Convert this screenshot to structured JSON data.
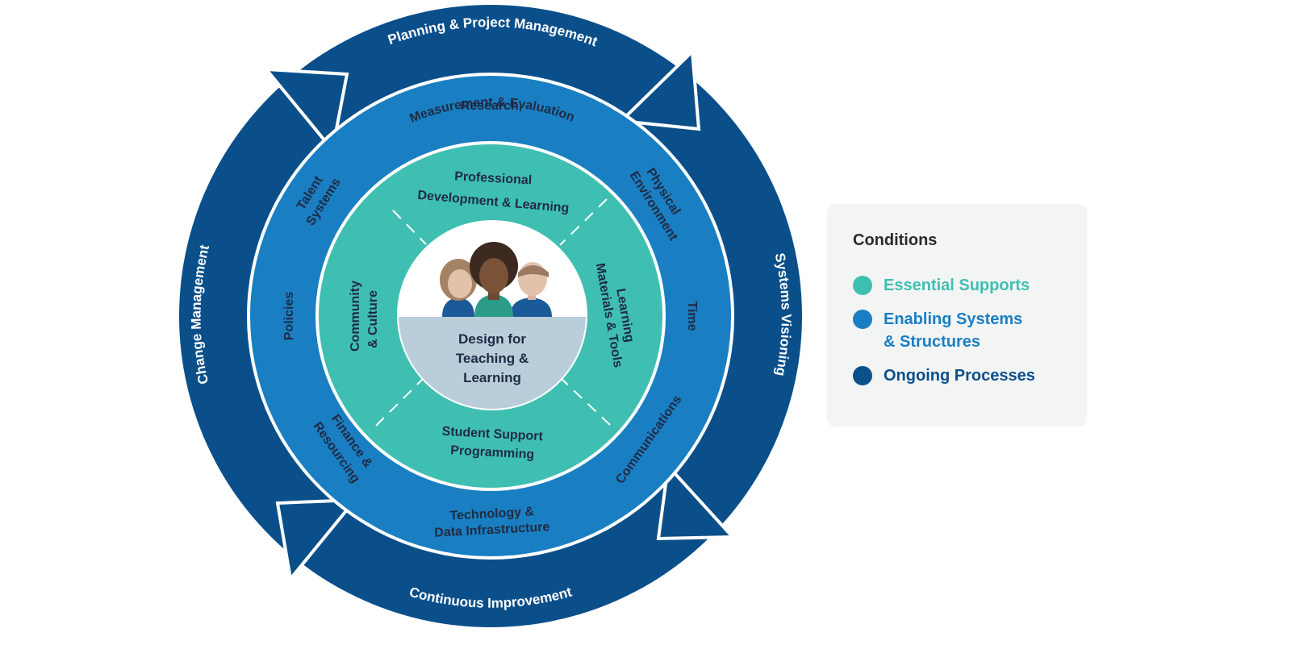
{
  "colors": {
    "ongoing": "#0b4f8a",
    "enabling": "#1a7fc2",
    "essential": "#3fbfb2",
    "center_bottom": "#b9cdda",
    "text_dark": "#1f2a44"
  },
  "outer_ring": {
    "top": "Planning & Project Management",
    "right": "Systems Visioning",
    "bottom": "Continuous Improvement",
    "left": "Change Management"
  },
  "middle_ring": {
    "research_line1": "Research,",
    "research_line2": "Measurement & Evaluation",
    "physical_line1": "Physical",
    "physical_line2": "Environment",
    "time": "Time",
    "communications": "Communications",
    "technology_line1": "Technology &",
    "technology_line2": "Data Infrastructure",
    "finance_line1": "Finance &",
    "finance_line2": "Resourcing",
    "policies": "Policies",
    "talent_line1": "Talent",
    "talent_line2": "Systems"
  },
  "inner_ring": {
    "pd_line1": "Professional",
    "pd_line2": "Development & Learning",
    "lm_line1": "Learning",
    "lm_line2": "Materials & Tools",
    "ss_line1": "Student Support",
    "ss_line2": "Programming",
    "cc_line1": "Community",
    "cc_line2": "& Culture"
  },
  "center": {
    "line1": "Design for",
    "line2": "Teaching &",
    "line3": "Learning"
  },
  "legend": {
    "title": "Conditions",
    "items": [
      {
        "label_line1": "Essential Supports",
        "label_line2": "",
        "color": "#3fbfb2"
      },
      {
        "label_line1": "Enabling Systems",
        "label_line2": "& Structures",
        "color": "#1a7fc2"
      },
      {
        "label_line1": "Ongoing Processes",
        "label_line2": "",
        "color": "#0b4f8a"
      }
    ]
  }
}
